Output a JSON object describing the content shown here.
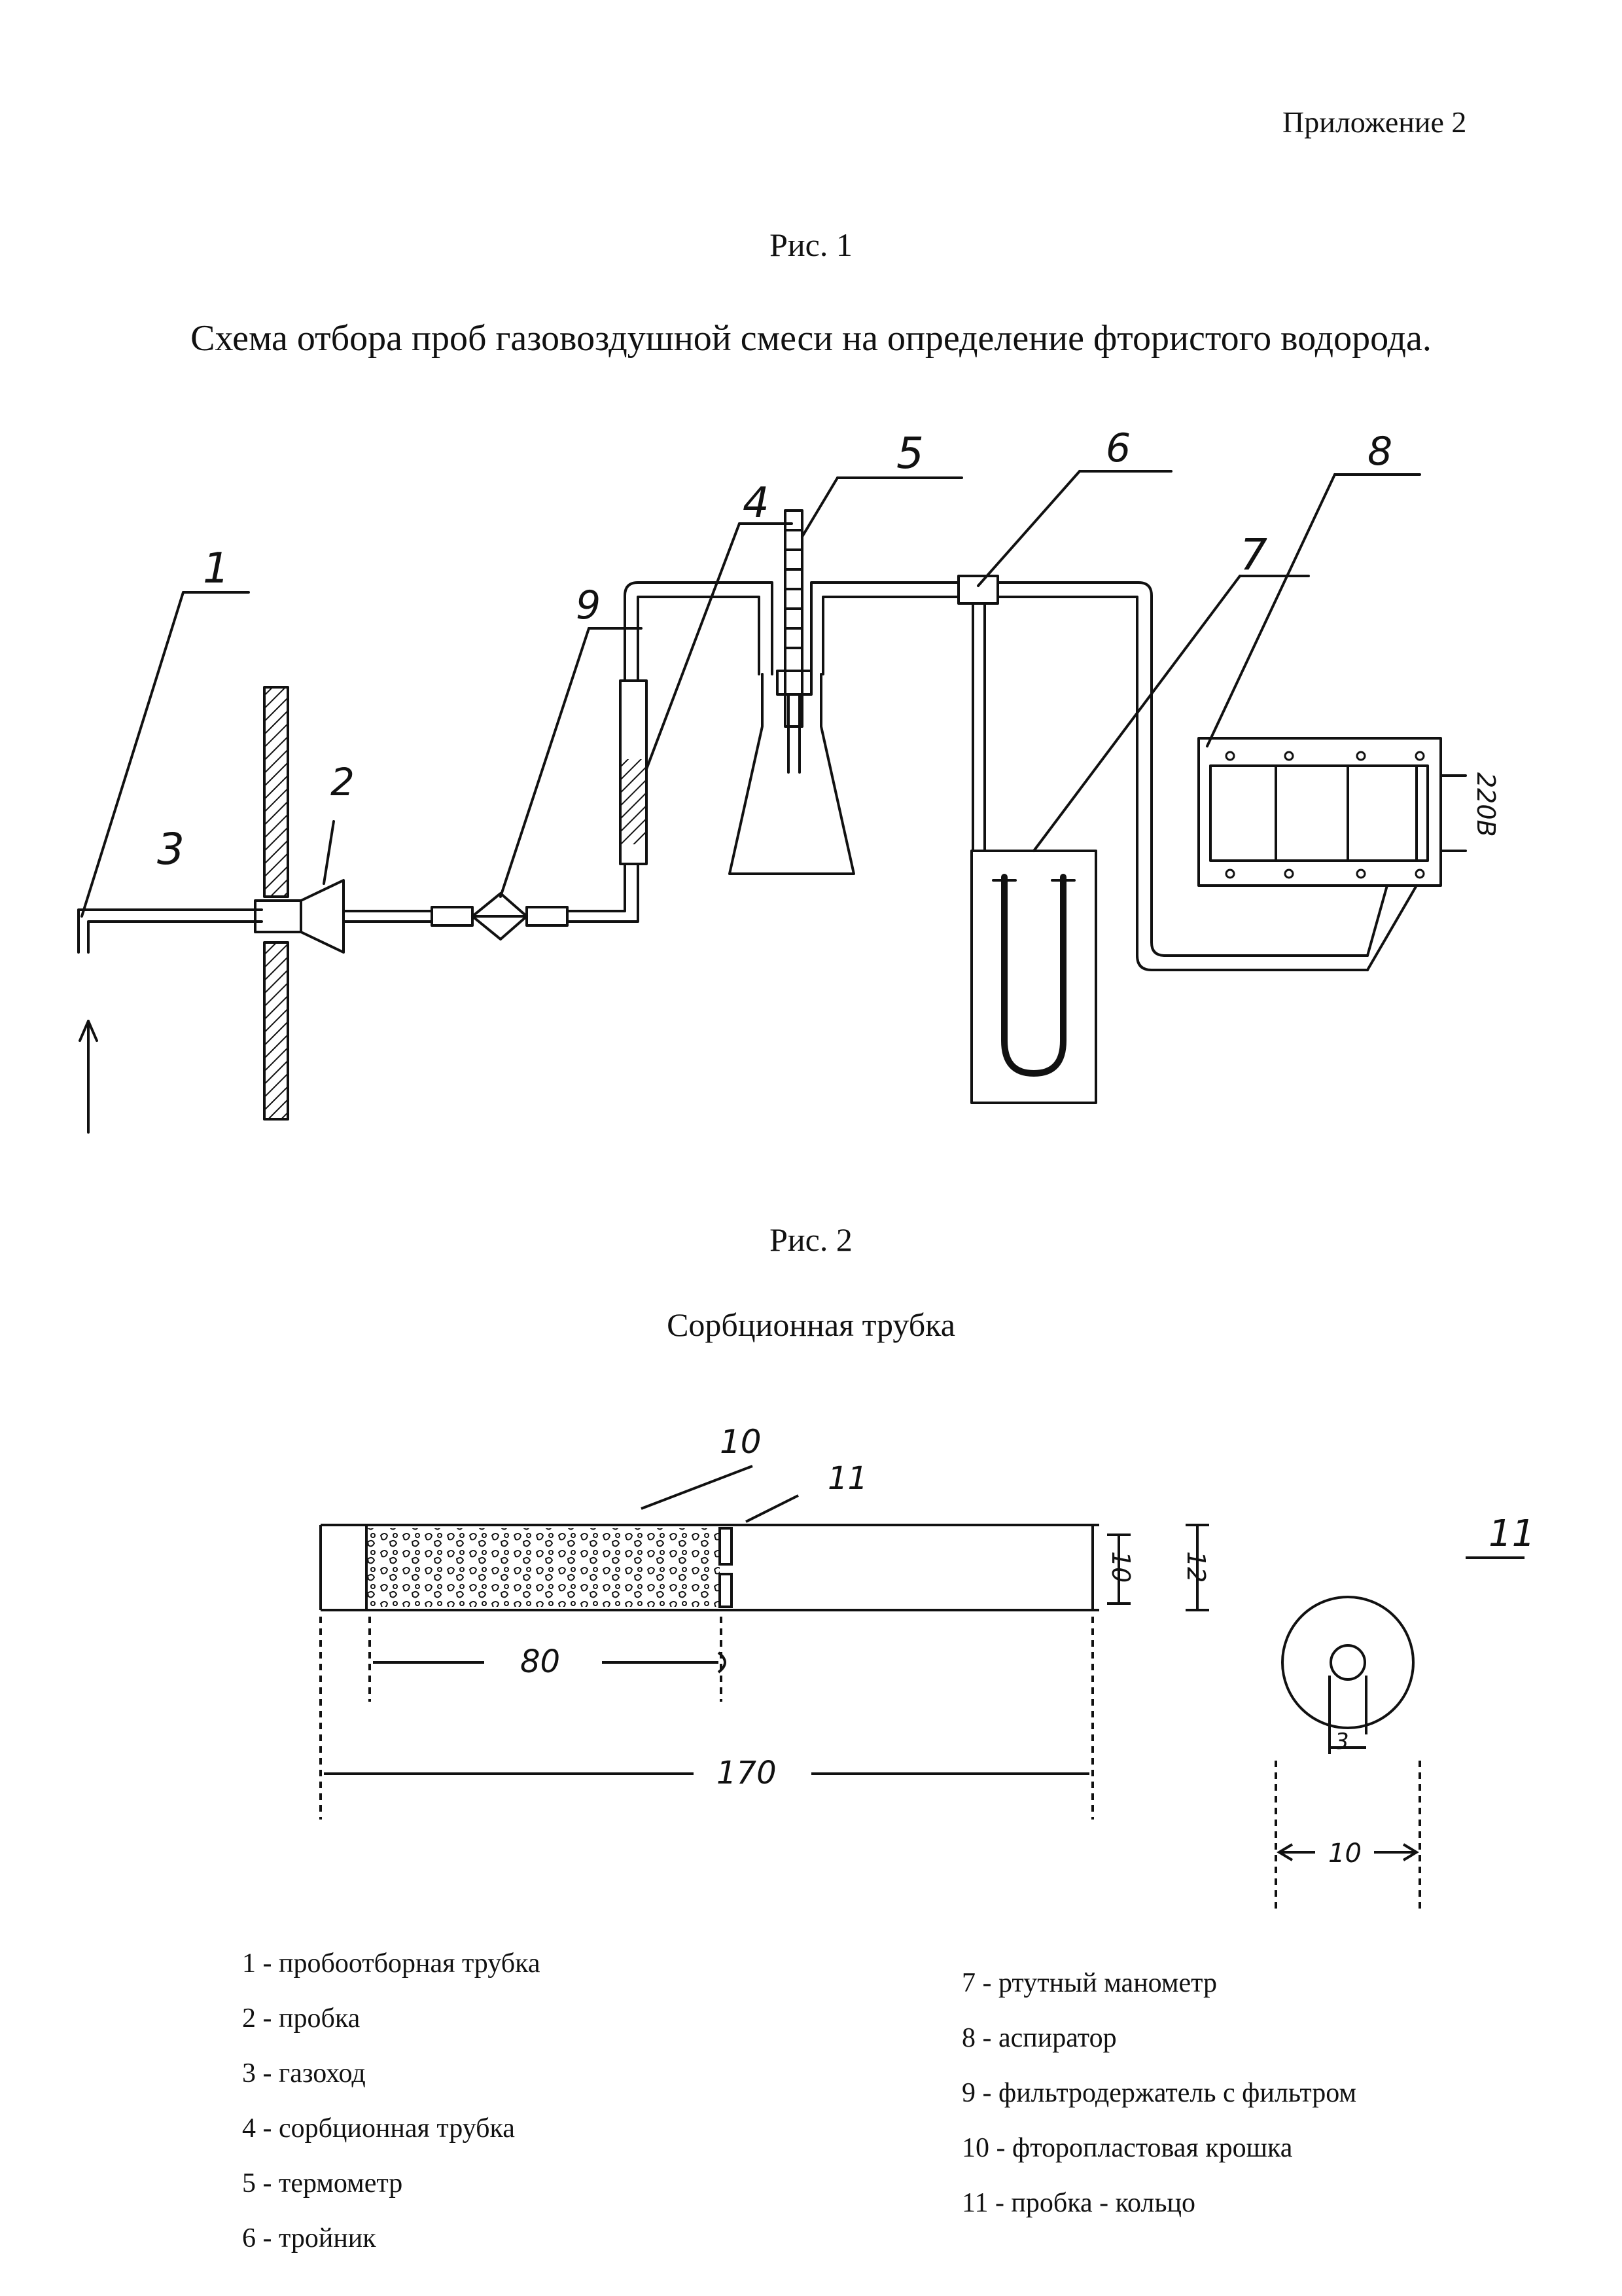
{
  "appendix_label": "Приложение 2",
  "figure1": {
    "title": "Рис. 1",
    "caption": "Схема отбора проб газовоздушной смеси на определение фтористого водорода.",
    "callouts": [
      "1",
      "2",
      "3",
      "4",
      "5",
      "6",
      "7",
      "8",
      "9"
    ],
    "aspirator_voltage": "220В"
  },
  "figure2": {
    "title": "Рис. 2",
    "caption": "Сорбционная трубка",
    "callouts": [
      "10",
      "11",
      "11"
    ],
    "dimensions": {
      "d1": "10",
      "d2": "12",
      "fill_length": "80",
      "total_length": "170",
      "hole": "3",
      "ring_diameter": "10"
    }
  },
  "legend": {
    "left": [
      "1 - пробоотборная трубка",
      "2 - пробка",
      "3 - газоход",
      "4 - сорбционная трубка",
      "5 - термометр",
      "6 - тройник"
    ],
    "right": [
      "7 - ртутный манометр",
      "8 - аспиратор",
      "9 - фильтродержатель с фильтром",
      "10 - фторопластовая крошка",
      "11 - пробка - кольцо"
    ]
  }
}
